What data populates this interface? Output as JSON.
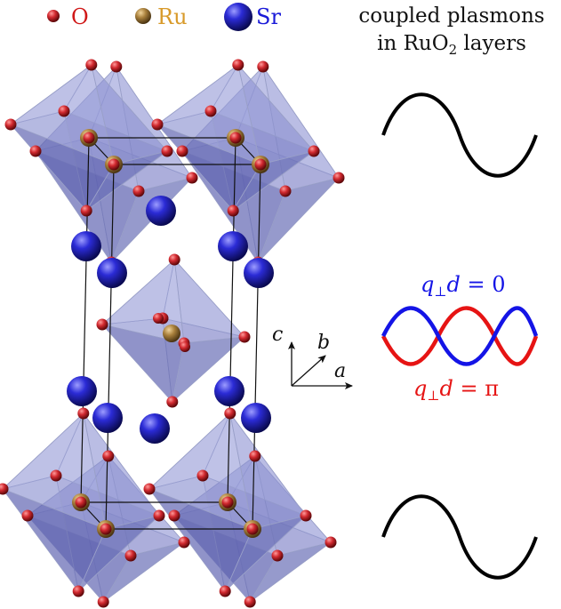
{
  "legend": {
    "o_label": "O",
    "ru_label": "Ru",
    "sr_label": "Sr"
  },
  "title": {
    "line1": "coupled plasmons",
    "line2_prefix": "in RuO",
    "line2_sub": "2",
    "line2_suffix": " layers"
  },
  "axes": {
    "c": "c",
    "b": "b",
    "a": "a"
  },
  "modes": {
    "zero_q": "q",
    "zero_sub": "⊥",
    "zero_rest": "d",
    "zero_eq": " = 0",
    "pi_q": "q",
    "pi_sub": "⊥",
    "pi_rest": "d",
    "pi_eq": " = π"
  },
  "colors": {
    "oxygen": "#c0242a",
    "ruthenium": "#a57a3a",
    "strontium": "#2a2ad0",
    "octahedron": "#7378b8",
    "mode_zero": "#1414e6",
    "mode_pi": "#e61414",
    "wave": "#000000"
  }
}
